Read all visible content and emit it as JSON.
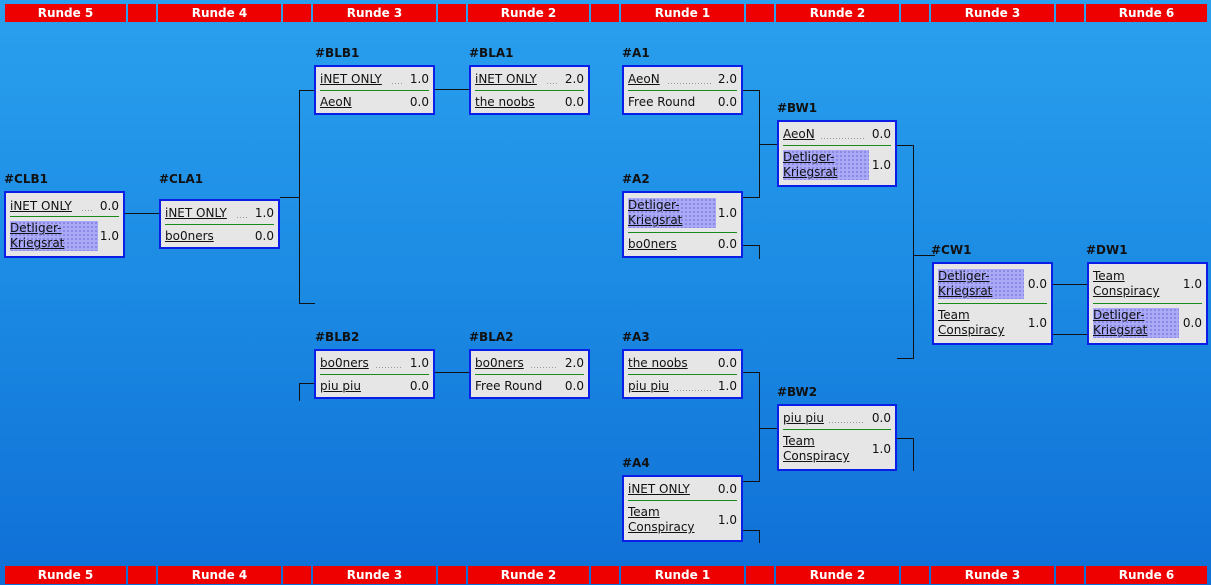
{
  "rounds": [
    "Runde 5",
    "Runde 4",
    "Runde 3",
    "Runde 2",
    "Runde 1",
    "Runde 2",
    "Runde 3",
    "Runde 6"
  ],
  "matches": {
    "clb1": {
      "id": "#CLB1",
      "t1": "iNET ONLY",
      "s1": "0.0",
      "t2": "Detliger-Kriegsrat",
      "s2": "1.0"
    },
    "cla1": {
      "id": "#CLA1",
      "t1": "iNET ONLY",
      "s1": "1.0",
      "t2": "bo0ners",
      "s2": "0.0"
    },
    "blb1": {
      "id": "#BLB1",
      "t1": "iNET ONLY",
      "s1": "1.0",
      "t2": "AeoN",
      "s2": "0.0"
    },
    "bla1": {
      "id": "#BLA1",
      "t1": "iNET ONLY",
      "s1": "2.0",
      "t2": "the noobs",
      "s2": "0.0"
    },
    "blb2": {
      "id": "#BLB2",
      "t1": "bo0ners",
      "s1": "1.0",
      "t2": "piu piu",
      "s2": "0.0"
    },
    "bla2": {
      "id": "#BLA2",
      "t1": "bo0ners",
      "s1": "2.0",
      "t2": "Free Round",
      "s2": "0.0"
    },
    "a1": {
      "id": "#A1",
      "t1": "AeoN",
      "s1": "2.0",
      "t2": "Free Round",
      "s2": "0.0"
    },
    "a2": {
      "id": "#A2",
      "t1": "Detliger-Kriegsrat",
      "s1": "1.0",
      "t2": "bo0ners",
      "s2": "0.0"
    },
    "a3": {
      "id": "#A3",
      "t1": "the noobs",
      "s1": "0.0",
      "t2": "piu piu",
      "s2": "1.0"
    },
    "a4": {
      "id": "#A4",
      "t1": "iNET ONLY",
      "s1": "0.0",
      "t2": "Team Conspiracy",
      "s2": "1.0"
    },
    "bw1": {
      "id": "#BW1",
      "t1": "AeoN",
      "s1": "0.0",
      "t2": "Detliger-Kriegsrat",
      "s2": "1.0"
    },
    "bw2": {
      "id": "#BW2",
      "t1": "piu piu",
      "s1": "0.0",
      "t2": "Team Conspiracy",
      "s2": "1.0"
    },
    "cw1": {
      "id": "#CW1",
      "t1": "Detliger-Kriegsrat",
      "s1": "0.0",
      "t2": "Team Conspiracy",
      "s2": "1.0"
    },
    "dw1": {
      "id": "#DW1",
      "t1": "Team Conspiracy",
      "s1": "1.0",
      "t2": "Detliger-Kriegsrat",
      "s2": "0.0"
    }
  },
  "colors": {
    "header_bar": "#ee0000",
    "box_border": "#0a1ee8",
    "box_bg": "#e6e6e6",
    "winner_highlight": "#a9a9f6",
    "separator": "#1a8a1a"
  }
}
